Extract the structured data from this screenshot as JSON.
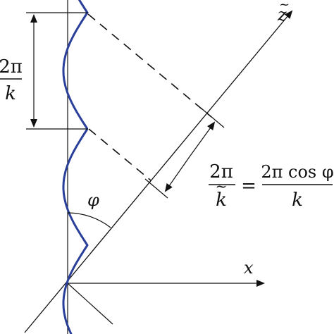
{
  "labels": {
    "x_axis": "x",
    "z_axis": "z",
    "z_axis_mark": "~",
    "angle": "φ",
    "wavelength_left": {
      "numerator": "2π",
      "denominator": "k"
    },
    "wavelength_right": {
      "lhs_numerator": "2π",
      "lhs_denominator": "k",
      "lhs_denominator_mark": "~",
      "equals": "=",
      "rhs_numerator": "2π cos φ",
      "rhs_denominator": "k"
    }
  },
  "colors": {
    "wave": "#2a3f9a",
    "lines": "#111111"
  }
}
